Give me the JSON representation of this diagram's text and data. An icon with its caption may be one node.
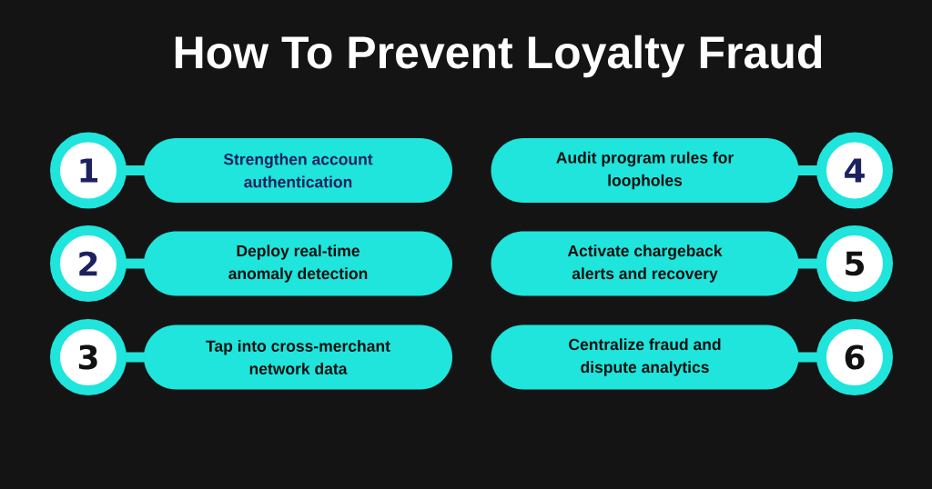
{
  "diagram": {
    "title": "How To Prevent Loyalty Fraud",
    "nodes": [
      {
        "text": [
          "1"
        ]
      },
      {
        "text": [
          "Strengthen account authentication"
        ]
      },
      {
        "text": [
          "2"
        ]
      },
      {
        "text": [
          "Deploy real-time anomaly detection"
        ]
      },
      {
        "text": [
          "3"
        ]
      },
      {
        "text": [
          "Tap into cross-merchant network data"
        ]
      },
      {
        "text": [
          "4"
        ]
      },
      {
        "text": [
          "Audit program rules for loopholes"
        ]
      },
      {
        "text": [
          "5"
        ]
      },
      {
        "text": [
          "Activate chargeback alerts and recovery"
        ]
      },
      {
        "text": [
          "6"
        ]
      },
      {
        "text": [
          "Centralize fraud and dispute analytics"
        ]
      }
    ],
    "edges": [
      {
        "from": 0,
        "to": 1,
        "arrow": "none"
      },
      {
        "from": 2,
        "to": 3,
        "arrow": "none"
      },
      {
        "from": 4,
        "to": 5,
        "arrow": "none"
      },
      {
        "from": 6,
        "to": 7,
        "arrow": "none"
      },
      {
        "from": 8,
        "to": 9,
        "arrow": "none"
      },
      {
        "from": 10,
        "to": 11,
        "arrow": "none"
      }
    ]
  }
}
